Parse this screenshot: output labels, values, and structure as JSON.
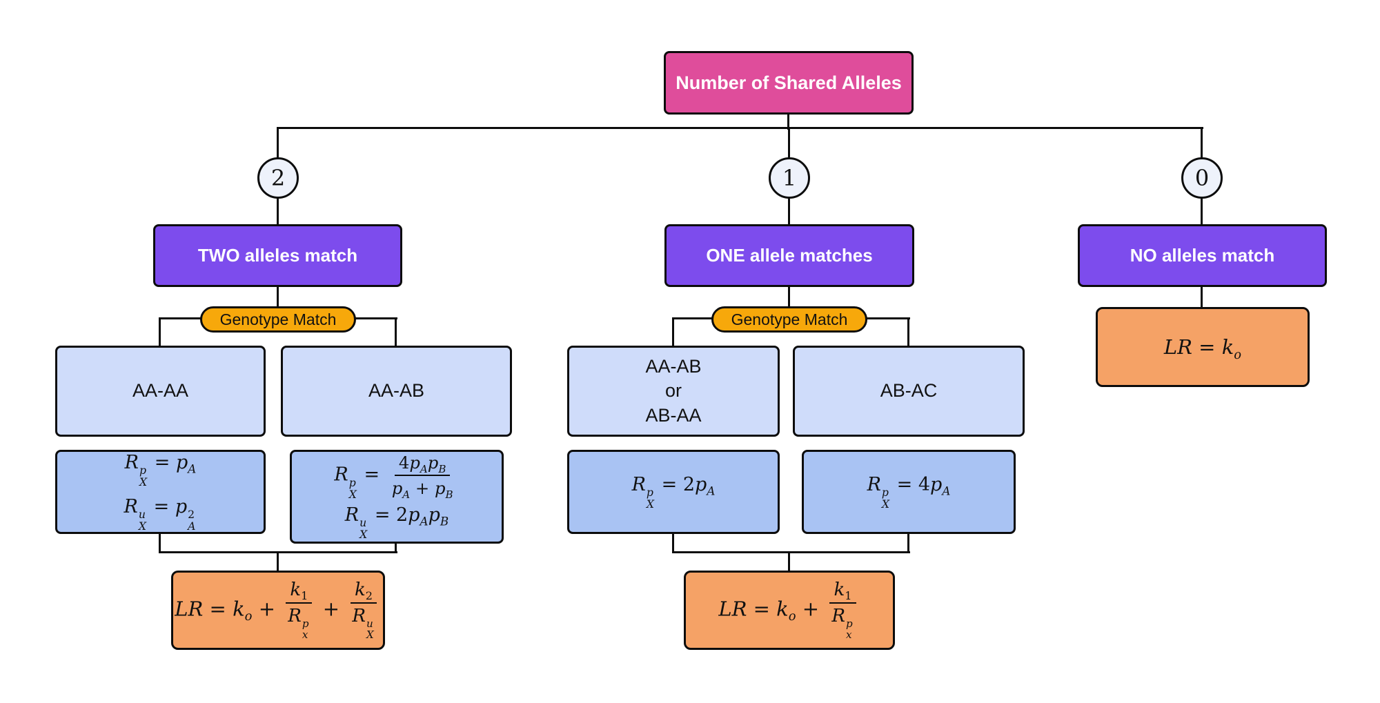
{
  "colors": {
    "root": "#df4d9b",
    "match": "#7d4ced",
    "pill": "#f7a80b",
    "genotype": "#cfdcfa",
    "formula": "#a9c3f3",
    "result": "#f5a266",
    "circle": "#eef2fb",
    "line": "#0c0c0c"
  },
  "root": {
    "label": "Number of Shared Alleles"
  },
  "branches": [
    {
      "count": "2",
      "match_label": "TWO alleles match",
      "pill_label": "Genotype Match",
      "genotypes": [
        {
          "label": "AA-AA",
          "formulas_html": [
            "<i>R</i><span class='ss'><i>p</i><i>X</i></span> = <i>p</i><sub><i>A</i></sub>",
            "<i>R</i><span class='ss'><i>u</i><i>X</i></span> = <i>p</i><span class='ss'><span>2</span><i>A</i></span>"
          ]
        },
        {
          "label": "AA-AB",
          "formulas_html": [
            "<i>R</i><span class='ss'><i>p</i><i>X</i></span> = <span class='frac'><span class='num'>4<i>p</i><sub><i>A</i></sub><i>p</i><sub><i>B</i></sub></span><span class='den'><i>p</i><sub><i>A</i></sub> + <i>p</i><sub><i>B</i></sub></span></span>",
            "<i>R</i><span class='ss'><i>u</i><i>X</i></span> = 2<i>p</i><sub><i>A</i></sub><i>p</i><sub><i>B</i></sub>"
          ]
        }
      ],
      "lr_html": "<i>LR</i> = <i>k</i><sub><i>o</i></sub> + <span class='frac'><span class='num'><i>k</i><sub>1</sub></span><span class='den'><i>R</i><span class='ss'><i>p</i><i>x</i></span></span></span> + <span class='frac'><span class='num'><i>k</i><sub>2</sub></span><span class='den'><i>R</i><span class='ss'><i>u</i><i>X</i></span></span></span>"
    },
    {
      "count": "1",
      "match_label": "ONE allele matches",
      "pill_label": "Genotype Match",
      "genotypes": [
        {
          "label": "AA-AB\nor\nAB-AA",
          "formulas_html": [
            "<i>R</i><span class='ss'><i>p</i><i>X</i></span> = 2<i>p</i><sub><i>A</i></sub>"
          ]
        },
        {
          "label": "AB-AC",
          "formulas_html": [
            "<i>R</i><span class='ss'><i>p</i><i>X</i></span> = 4<i>p</i><sub><i>A</i></sub>"
          ]
        }
      ],
      "lr_html": "<i>LR</i> = <i>k</i><sub><i>o</i></sub> + <span class='frac'><span class='num'><i>k</i><sub>1</sub></span><span class='den'><i>R</i><span class='ss'><i>p</i><i>x</i></span></span></span>"
    },
    {
      "count": "0",
      "match_label": "NO alleles match",
      "lr_html": "<i>LR</i> = <i>k</i><sub><i>o</i></sub>"
    }
  ]
}
